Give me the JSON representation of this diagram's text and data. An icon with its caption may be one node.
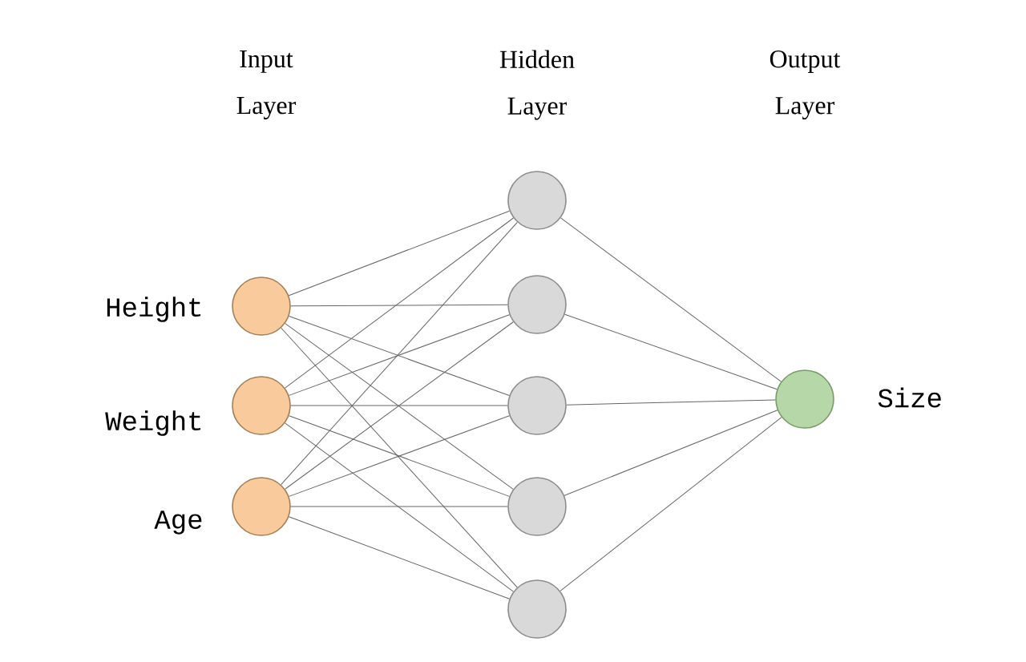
{
  "diagram": {
    "nodes": [
      {
        "text": [],
        "shape": "circle",
        "beside": [
          "Height"
        ]
      },
      {
        "text": [],
        "shape": "circle",
        "beside": [
          "Weight"
        ]
      },
      {
        "text": [],
        "shape": "circle",
        "beside": [
          "Age"
        ]
      },
      {
        "text": [],
        "shape": "circle"
      },
      {
        "text": [],
        "shape": "circle"
      },
      {
        "text": [],
        "shape": "circle"
      },
      {
        "text": [],
        "shape": "circle"
      },
      {
        "text": [],
        "shape": "circle"
      },
      {
        "text": [],
        "shape": "circle",
        "beside": [
          "Size"
        ]
      }
    ],
    "edges": [
      {
        "from": 0,
        "to": 3,
        "arrow": "none"
      },
      {
        "from": 0,
        "to": 4,
        "arrow": "none"
      },
      {
        "from": 0,
        "to": 5,
        "arrow": "none"
      },
      {
        "from": 0,
        "to": 6,
        "arrow": "none"
      },
      {
        "from": 0,
        "to": 7,
        "arrow": "none"
      },
      {
        "from": 1,
        "to": 3,
        "arrow": "none"
      },
      {
        "from": 1,
        "to": 4,
        "arrow": "none"
      },
      {
        "from": 1,
        "to": 5,
        "arrow": "none"
      },
      {
        "from": 1,
        "to": 6,
        "arrow": "none"
      },
      {
        "from": 1,
        "to": 7,
        "arrow": "none"
      },
      {
        "from": 2,
        "to": 3,
        "arrow": "none"
      },
      {
        "from": 2,
        "to": 4,
        "arrow": "none"
      },
      {
        "from": 2,
        "to": 5,
        "arrow": "none"
      },
      {
        "from": 2,
        "to": 6,
        "arrow": "none"
      },
      {
        "from": 2,
        "to": 7,
        "arrow": "none"
      },
      {
        "from": 3,
        "to": 8,
        "arrow": "none"
      },
      {
        "from": 4,
        "to": 8,
        "arrow": "none"
      },
      {
        "from": 5,
        "to": 8,
        "arrow": "none"
      },
      {
        "from": 6,
        "to": 8,
        "arrow": "none"
      },
      {
        "from": 7,
        "to": 8,
        "arrow": "none"
      }
    ],
    "labels": [
      "Input Layer",
      "Hidden Layer",
      "Output Layer"
    ]
  }
}
